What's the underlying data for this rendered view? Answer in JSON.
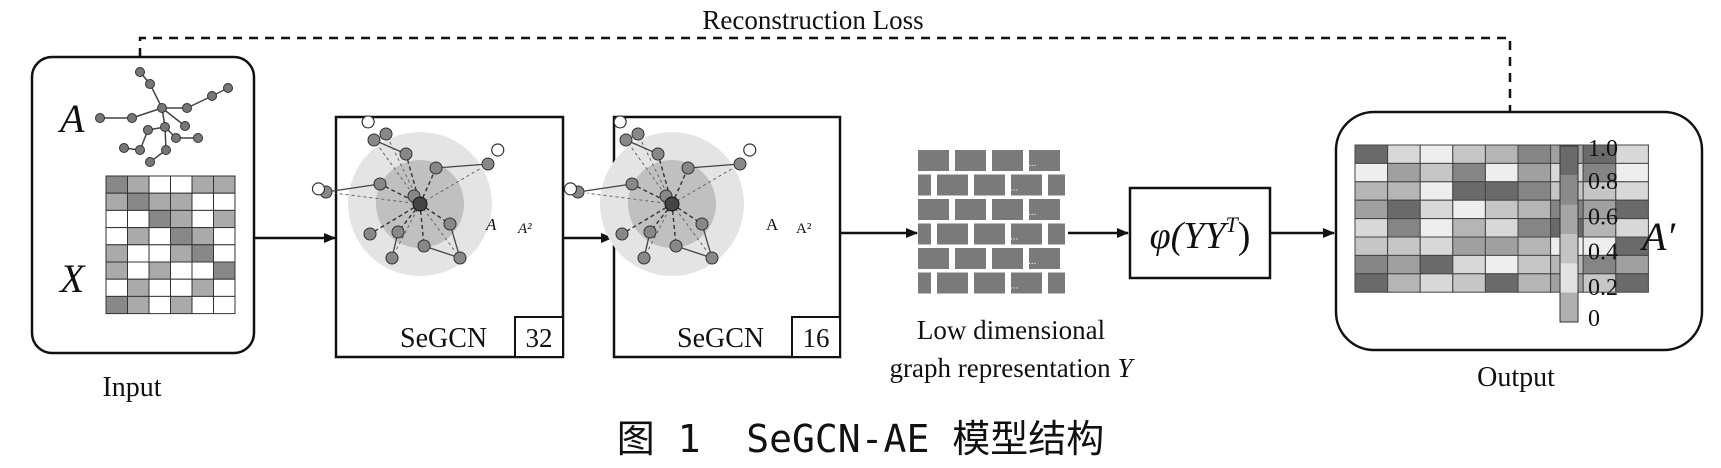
{
  "diagram": {
    "top_label": "Reconstruction Loss",
    "input": {
      "matrix_A_label": "A",
      "matrix_X_label": "X",
      "caption": "Input"
    },
    "segcn1": {
      "label": "SeGCN",
      "dim": "32",
      "hop1": "A",
      "hop2": "A²"
    },
    "segcn2": {
      "label": "SeGCN",
      "dim": "16",
      "hop1": "A",
      "hop2": "A²"
    },
    "embedding": {
      "line1": "Low dimensional",
      "line2": "graph representation",
      "var": "Y",
      "ellipsis": "..."
    },
    "decoder": {
      "formula": "φ(YY",
      "sup": "T",
      "close": ")"
    },
    "output": {
      "matrix_label": "A′",
      "caption": "Output",
      "colorbar_ticks": [
        "1.0",
        "0.8",
        "0.6",
        "0.4",
        "0.2",
        "0"
      ]
    }
  },
  "figure_caption": "图 1  SeGCN-AE 模型结构"
}
